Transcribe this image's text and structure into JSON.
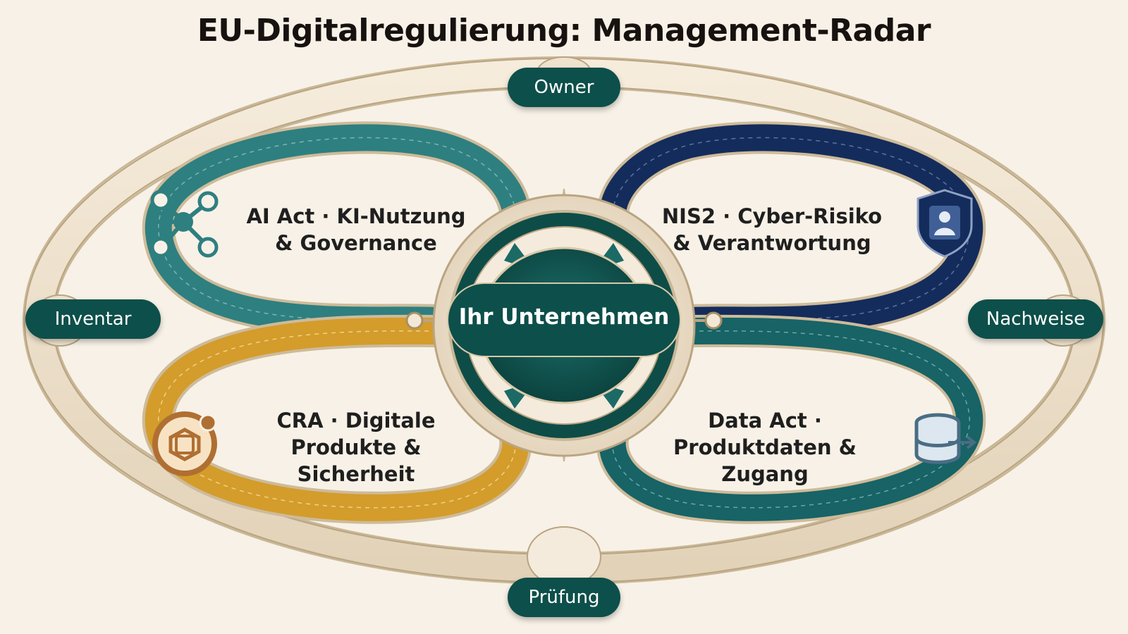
{
  "title": "EU-Digitalregulierung: Management-Radar",
  "center": {
    "label": "Ihr Unternehmen"
  },
  "ring_labels": {
    "top": "Owner",
    "left": "Inventar",
    "right": "Nachweise",
    "bottom": "Prüfung"
  },
  "quadrants": [
    {
      "id": "ai-act",
      "lines": [
        "AI Act · KI-Nutzung",
        "& Governance"
      ],
      "color": "#2e7f80",
      "icon": "network-nodes-icon"
    },
    {
      "id": "nis2",
      "lines": [
        "NIS2 · Cyber-Risiko",
        "& Verantwortung"
      ],
      "color": "#142c5c",
      "icon": "shield-user-icon"
    },
    {
      "id": "cra",
      "lines": [
        "CRA · Digitale",
        "Produkte &",
        "Sicherheit"
      ],
      "color": "#d49c2a",
      "icon": "chip-hexagon-icon"
    },
    {
      "id": "data-act",
      "lines": [
        "Data Act ·",
        "Produktdaten &",
        "Zugang"
      ],
      "color": "#176366",
      "icon": "database-arrow-icon"
    }
  ],
  "colors": {
    "background": "#f8f1e7",
    "pill": "#0d4f4a",
    "ring": "#efe3cf",
    "title": "#17120f"
  }
}
